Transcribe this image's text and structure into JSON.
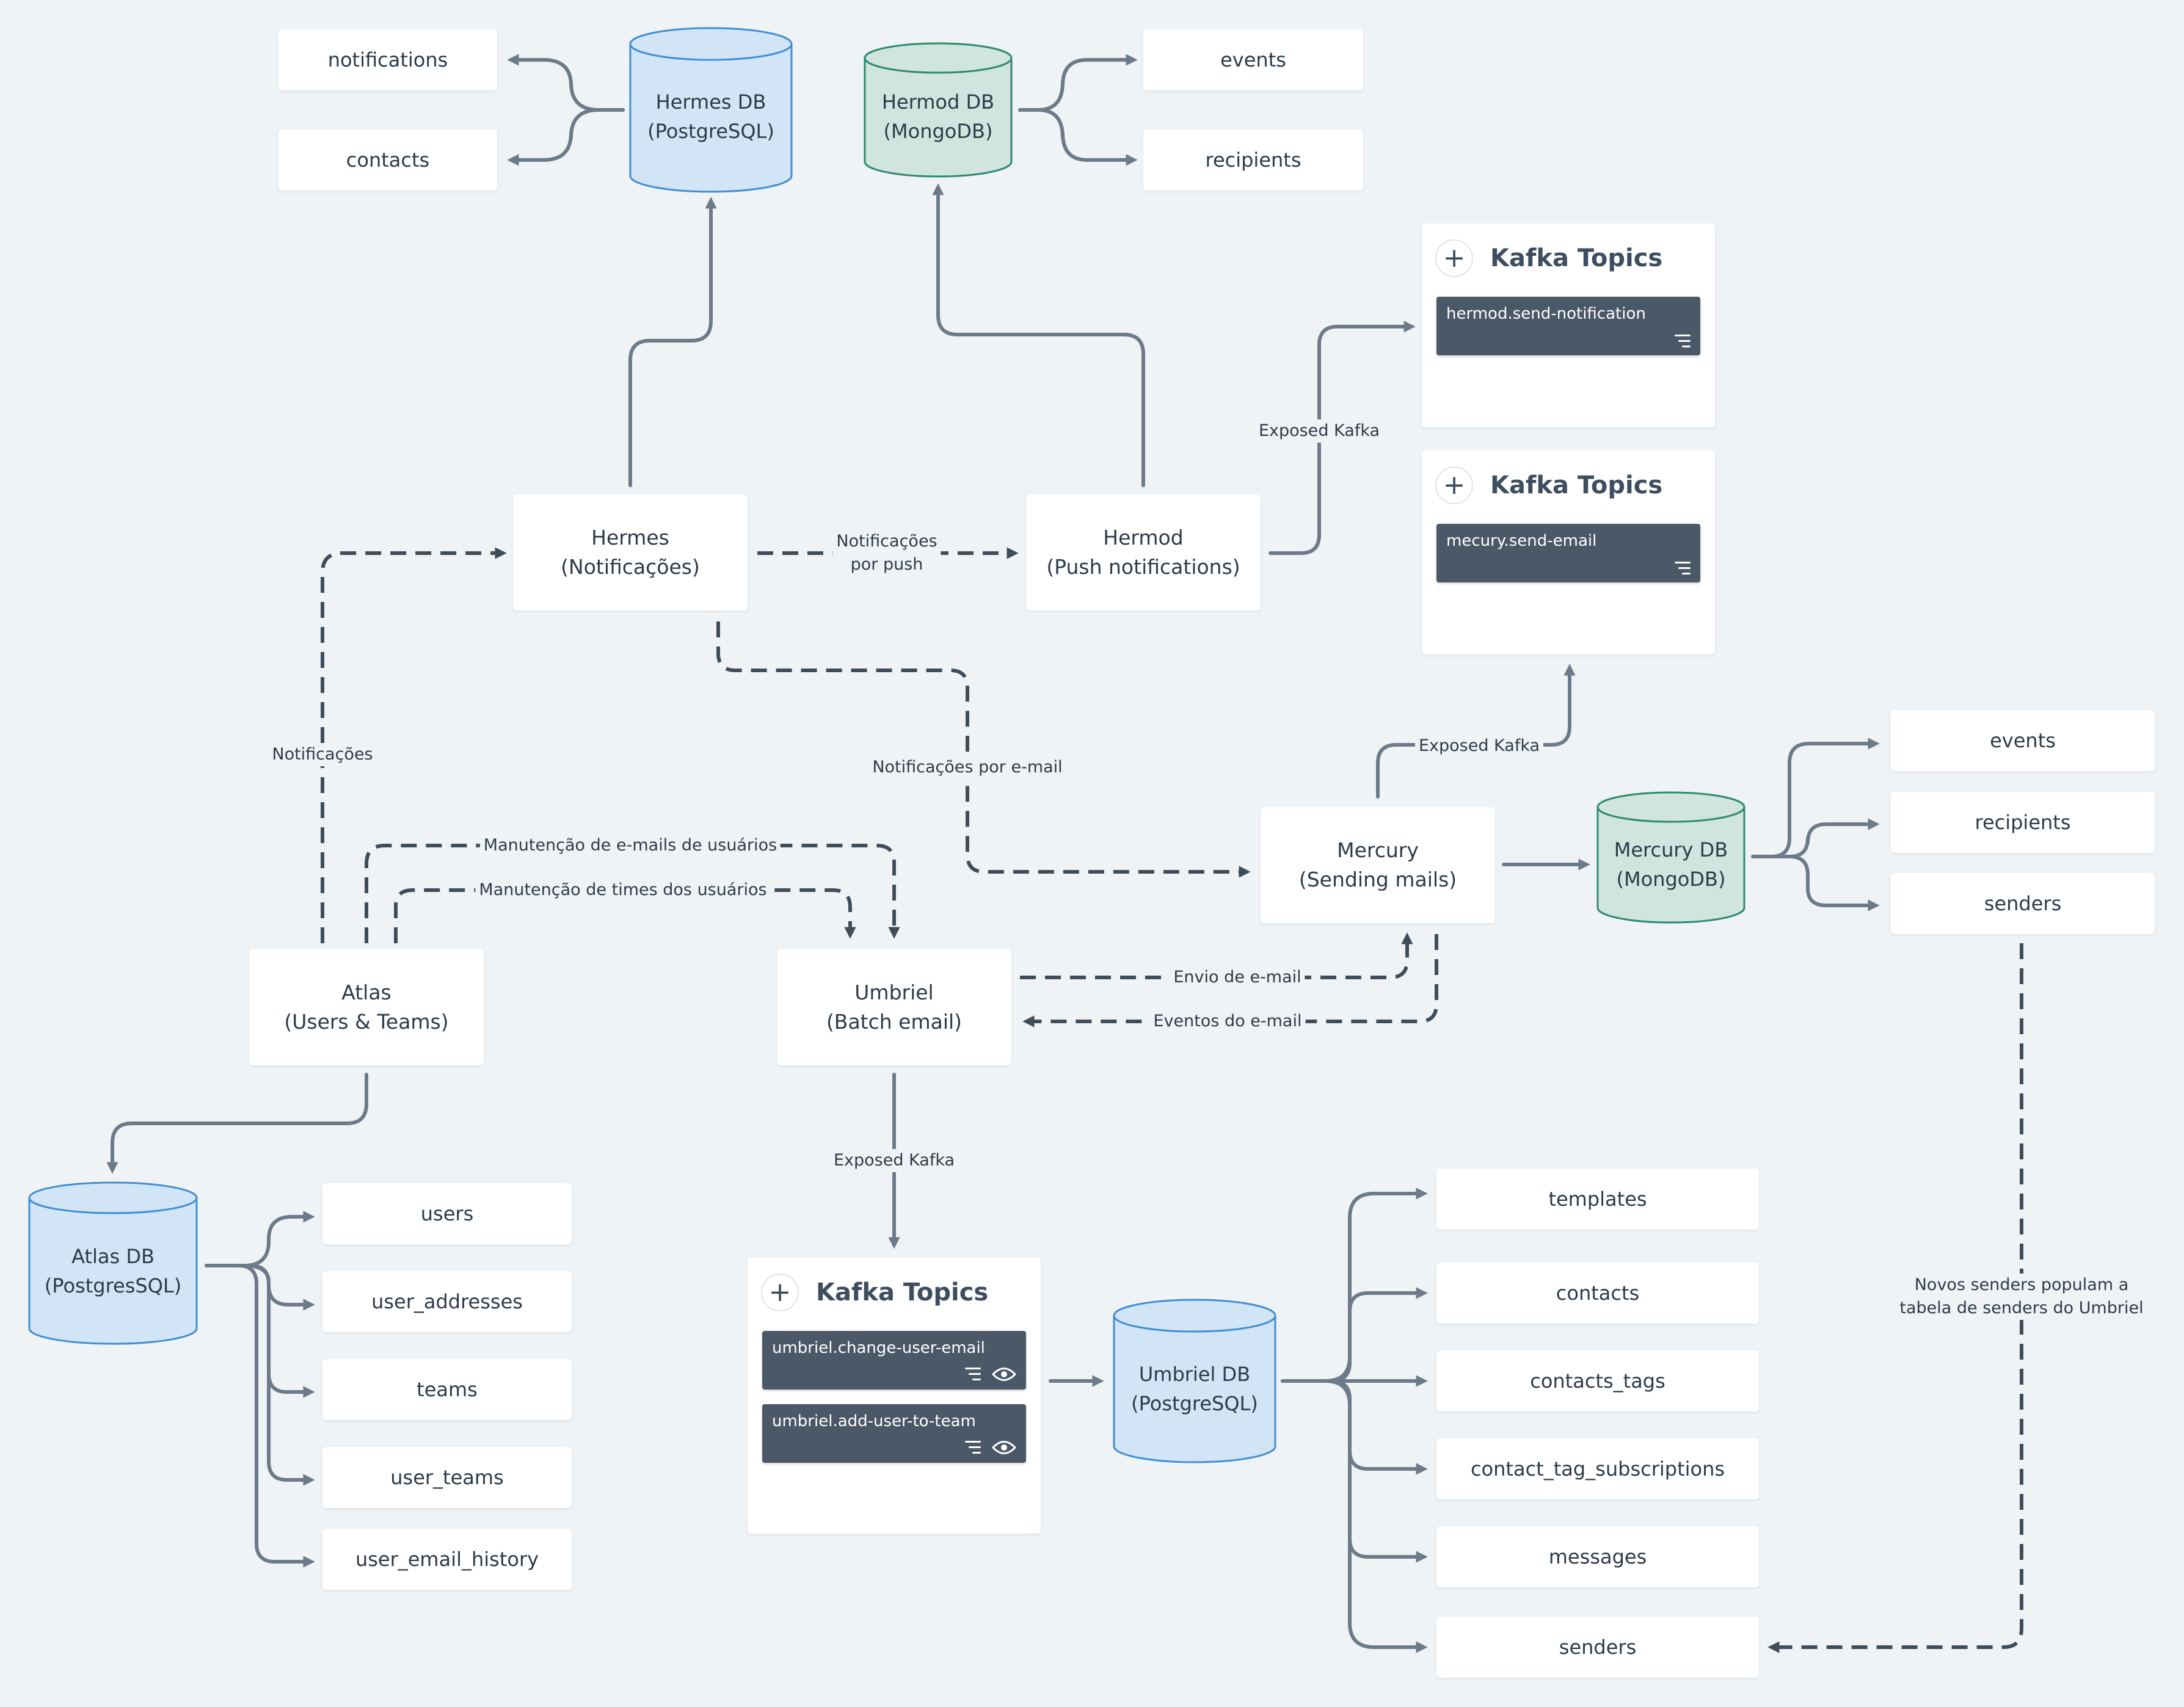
{
  "colors": {
    "background": "#eff3f6",
    "arrow": "#6c7a89",
    "dashed_arrow": "#3f4c5a",
    "postgres_fill": "#d2e5f6",
    "postgres_stroke": "#3f8fd4",
    "mongo_fill": "#cfe5de",
    "mongo_stroke": "#2f8a6f",
    "topic_bar": "#4a5868"
  },
  "services": {
    "hermes": {
      "line1": "Hermes",
      "line2": "(Notificações)"
    },
    "hermod": {
      "line1": "Hermod",
      "line2": "(Push notifications)"
    },
    "mercury": {
      "line1": "Mercury",
      "line2": "(Sending mails)"
    },
    "atlas": {
      "line1": "Atlas",
      "line2": "(Users & Teams)"
    },
    "umbriel": {
      "line1": "Umbriel",
      "line2": "(Batch email)"
    }
  },
  "databases": {
    "hermes_db": {
      "line1": "Hermes DB",
      "line2": "(PostgreSQL)"
    },
    "hermod_db": {
      "line1": "Hermod DB",
      "line2": "(MongoDB)"
    },
    "mercury_db": {
      "line1": "Mercury DB",
      "line2": "(MongoDB)"
    },
    "atlas_db": {
      "line1": "Atlas DB",
      "line2": "(PostgresSQL)"
    },
    "umbriel_db": {
      "line1": "Umbriel DB",
      "line2": "(PostgreSQL)"
    }
  },
  "tables": {
    "hermes": [
      "notifications",
      "contacts"
    ],
    "hermod": [
      "events",
      "recipients"
    ],
    "mercury": [
      "events",
      "recipients",
      "senders"
    ],
    "atlas": [
      "users",
      "user_addresses",
      "teams",
      "user_teams",
      "user_email_history"
    ],
    "umbriel": [
      "templates",
      "contacts",
      "contacts_tags",
      "contact_tag_subscriptions",
      "messages",
      "senders"
    ]
  },
  "kafka_panels": {
    "hermod": {
      "title": "Kafka Topics",
      "topics": [
        "hermod.send-notification"
      ]
    },
    "mercury": {
      "title": "Kafka Topics",
      "topics": [
        "mecury.send-email"
      ]
    },
    "umbriel": {
      "title": "Kafka Topics",
      "topics": [
        "umbriel.change-user-email",
        "umbriel.add-user-to-team"
      ]
    }
  },
  "edge_labels": {
    "exposed_kafka": "Exposed Kafka",
    "push_1": "Notificações",
    "push_2": "por push",
    "notificacoes": "Notificações",
    "notificacoes_email": "Notificações por e-mail",
    "manutencao_emails": "Manutenção de e-mails de usuários",
    "manutencao_times": "Manutenção de times dos usuários",
    "envio_email": "Envio de e-mail",
    "eventos_email": "Eventos do e-mail",
    "novos_senders_1": "Novos senders populam a",
    "novos_senders_2": "tabela de senders do Umbriel"
  }
}
